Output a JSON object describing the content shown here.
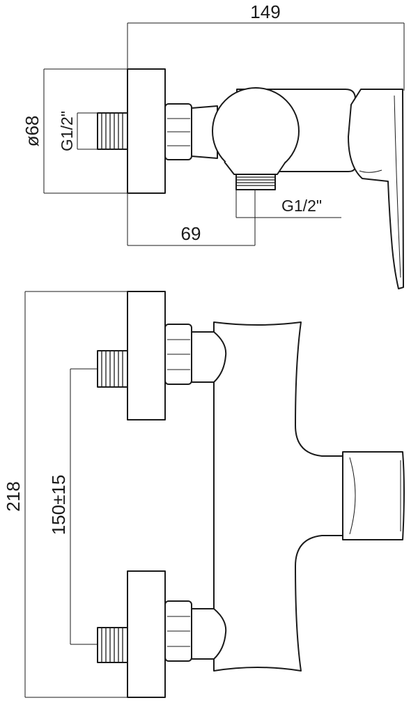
{
  "dimensions": {
    "overall_width": "149",
    "flange_diameter": "ø68",
    "inlet_thread": "G1/2\"",
    "outlet_thread": "G1/2\"",
    "outlet_offset": "69",
    "overall_height": "218",
    "center_distance": "150±15"
  },
  "colors": {
    "line": "#1a1a1a",
    "background": "#ffffff"
  }
}
